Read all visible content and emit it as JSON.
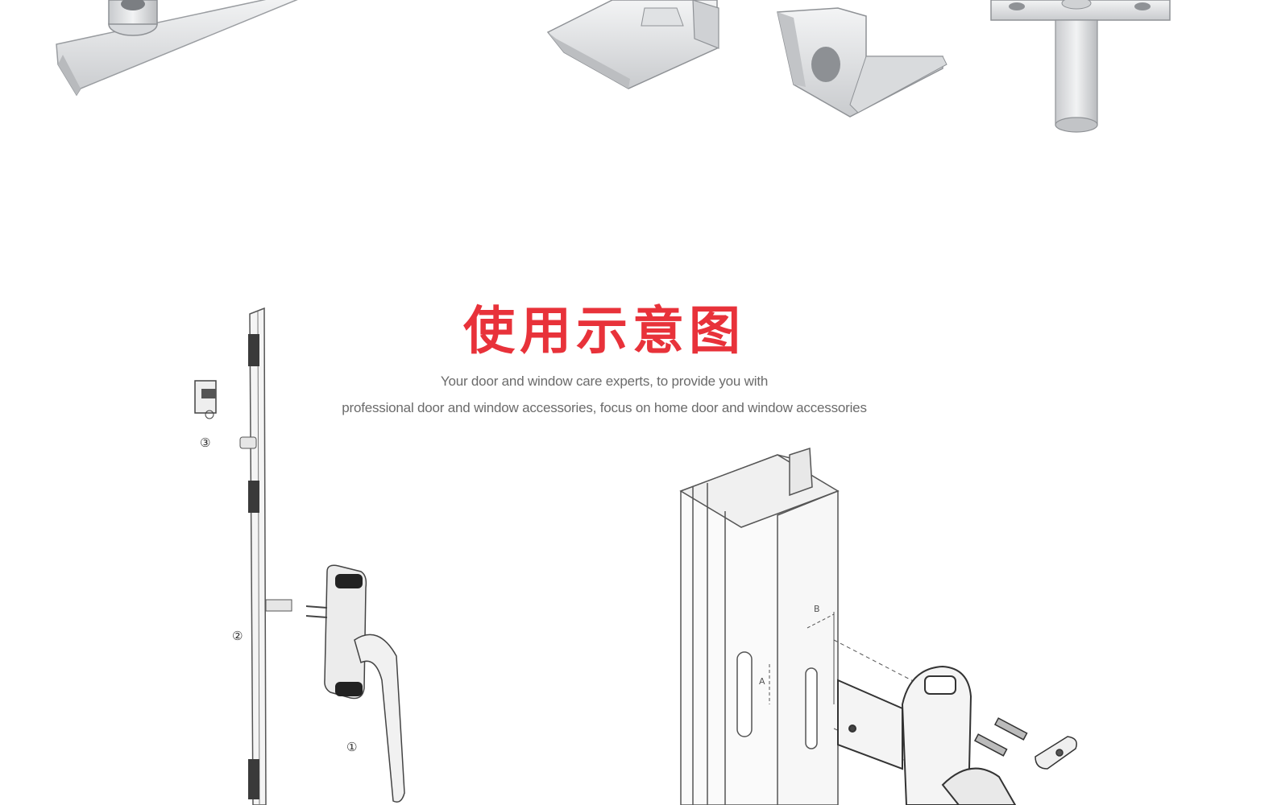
{
  "diagram": {
    "title": "使用示意图",
    "subtitle_line1": "Your door and window care experts, to provide you with",
    "subtitle_line2": "professional door and window accessories, focus on home door and window accessories",
    "callouts": [
      "①",
      "②",
      "③"
    ],
    "dimension_labels": [
      "B",
      "A"
    ]
  },
  "colors": {
    "title": "#e8323a",
    "subtitle": "#6b6b6b",
    "metal": "#d9dadc",
    "outline": "#555555"
  },
  "icons": [
    "connector-rod-part",
    "keeper-plate-part",
    "stop-block-part",
    "pivot-pin-part",
    "window-handle",
    "espagnolette-bar",
    "frame-profile"
  ]
}
